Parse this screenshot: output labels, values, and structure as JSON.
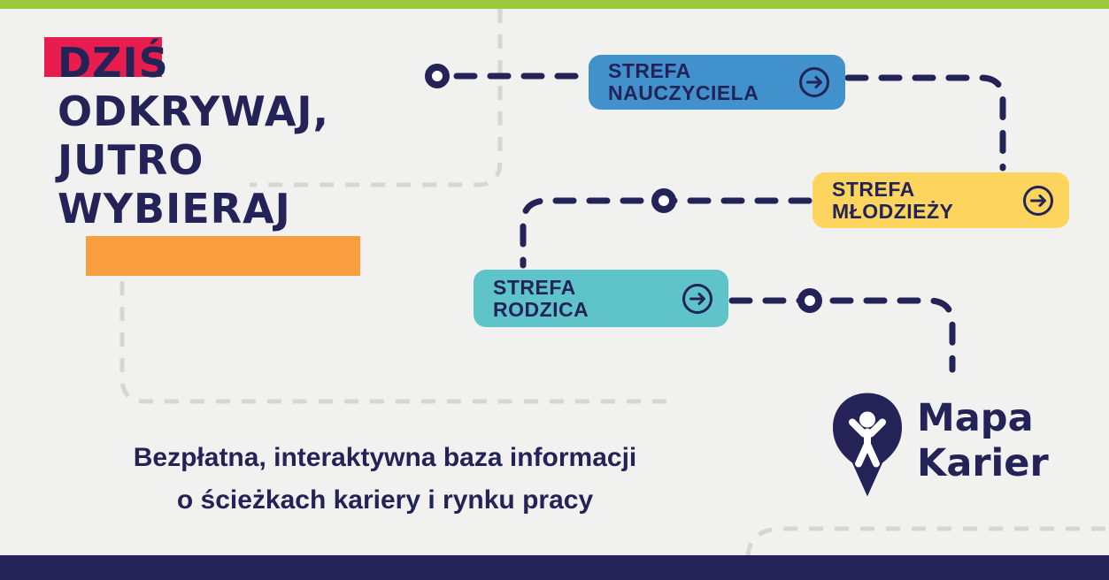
{
  "colors": {
    "background": "#f1f1ef",
    "navy": "#232358",
    "top_bar_green": "#9aca3c",
    "red_highlight": "#e81d4d",
    "orange_highlight": "#f89e3f",
    "teacher_zone_blue": "#4191cd",
    "youth_zone_yellow": "#fdd45e",
    "parent_zone_teal": "#5ec4c9",
    "path_gray": "#d6d6d4"
  },
  "headline": {
    "lines": [
      "DZIŚ",
      "ODKRYWAJ,",
      "JUTRO",
      "WYBIERAJ"
    ]
  },
  "zones": {
    "teacher": {
      "line1": "STREFA",
      "line2": "NAUCZYCIELA",
      "color": "#4191cd"
    },
    "youth": {
      "line1": "STREFA",
      "line2": "MŁODZIEŻY",
      "color": "#fdd45e"
    },
    "parent": {
      "line1": "STREFA",
      "line2": "RODZICA",
      "color": "#5ec4c9"
    }
  },
  "tagline": {
    "line1": "Bezpłatna, interaktywna baza informacji",
    "line2": "o ścieżkach kariery i rynku pracy"
  },
  "logo": {
    "name_line1": "Mapa",
    "name_line2": "Karier"
  }
}
